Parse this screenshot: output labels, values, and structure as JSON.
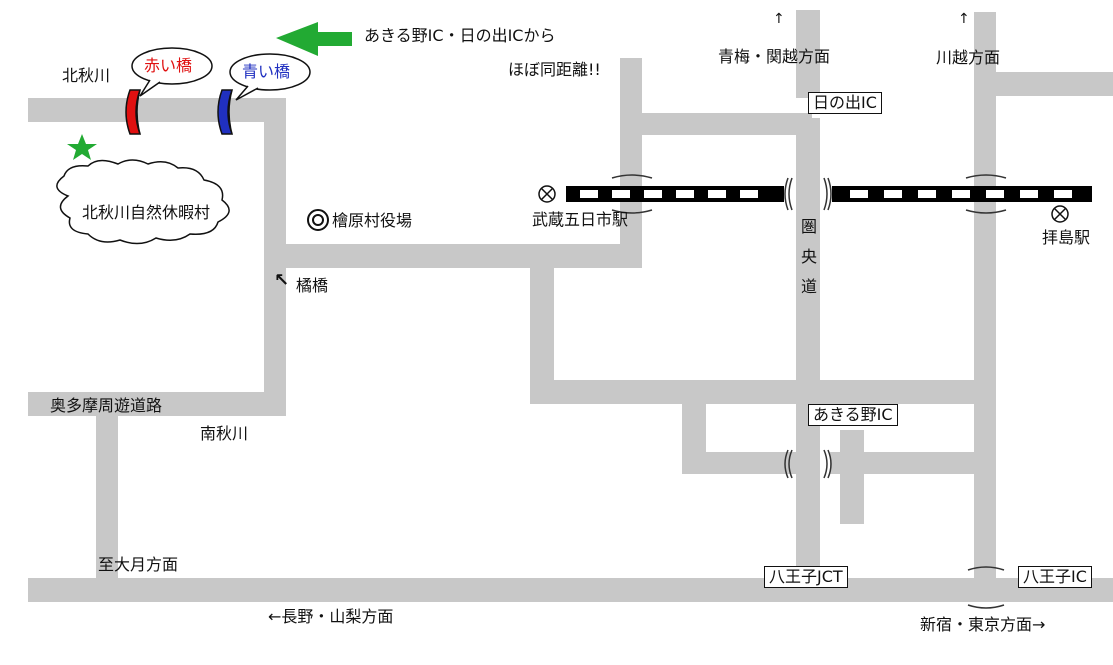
{
  "labels": {
    "kitaakikawa": "北秋川",
    "akai_hashi": "赤い橋",
    "aoi_hashi": "青い橋",
    "from_ic": "あきる野IC・日の出ICから",
    "same_distance": "ほぼ同距離!!",
    "oume_dir": "青梅・関越方面",
    "kawagoe_dir": "川越方面",
    "hinode_ic": "日の出IC",
    "musashi_itsukaichi": "武蔵五日市駅",
    "haijima": "拝島駅",
    "kenou_1": "圏",
    "kenou_2": "央",
    "kenou_3": "道",
    "village_office": "檜原村役場",
    "camp": "北秋川自然休暇村",
    "tachibana": "橘橋",
    "okutama_road": "奥多摩周遊道路",
    "minamiakikawa": "南秋川",
    "akiruno_ic": "あきる野IC",
    "otsuki_dir": "至大月方面",
    "hachioji_jct": "八王子JCT",
    "hachioji_ic": "八王子IC",
    "nagano_dir": "←長野・山梨方面",
    "shinjuku_dir": "新宿・東京方面→",
    "up_arrow": "↑",
    "nw_arrow": "↖"
  },
  "colors": {
    "road": "#c8c8c8",
    "rail_dark": "#000000",
    "rail_light": "#ffffff",
    "red_bridge": "#e01010",
    "blue_bridge": "#2030c0",
    "arrow_green": "#22aa33",
    "star_green": "#22aa33",
    "red_text": "#e01010",
    "blue_text": "#2030c0"
  },
  "icons": {
    "station": "circle-cross-icon",
    "office": "double-circle-icon",
    "destination": "star-icon",
    "direction": "left-arrow-icon"
  }
}
